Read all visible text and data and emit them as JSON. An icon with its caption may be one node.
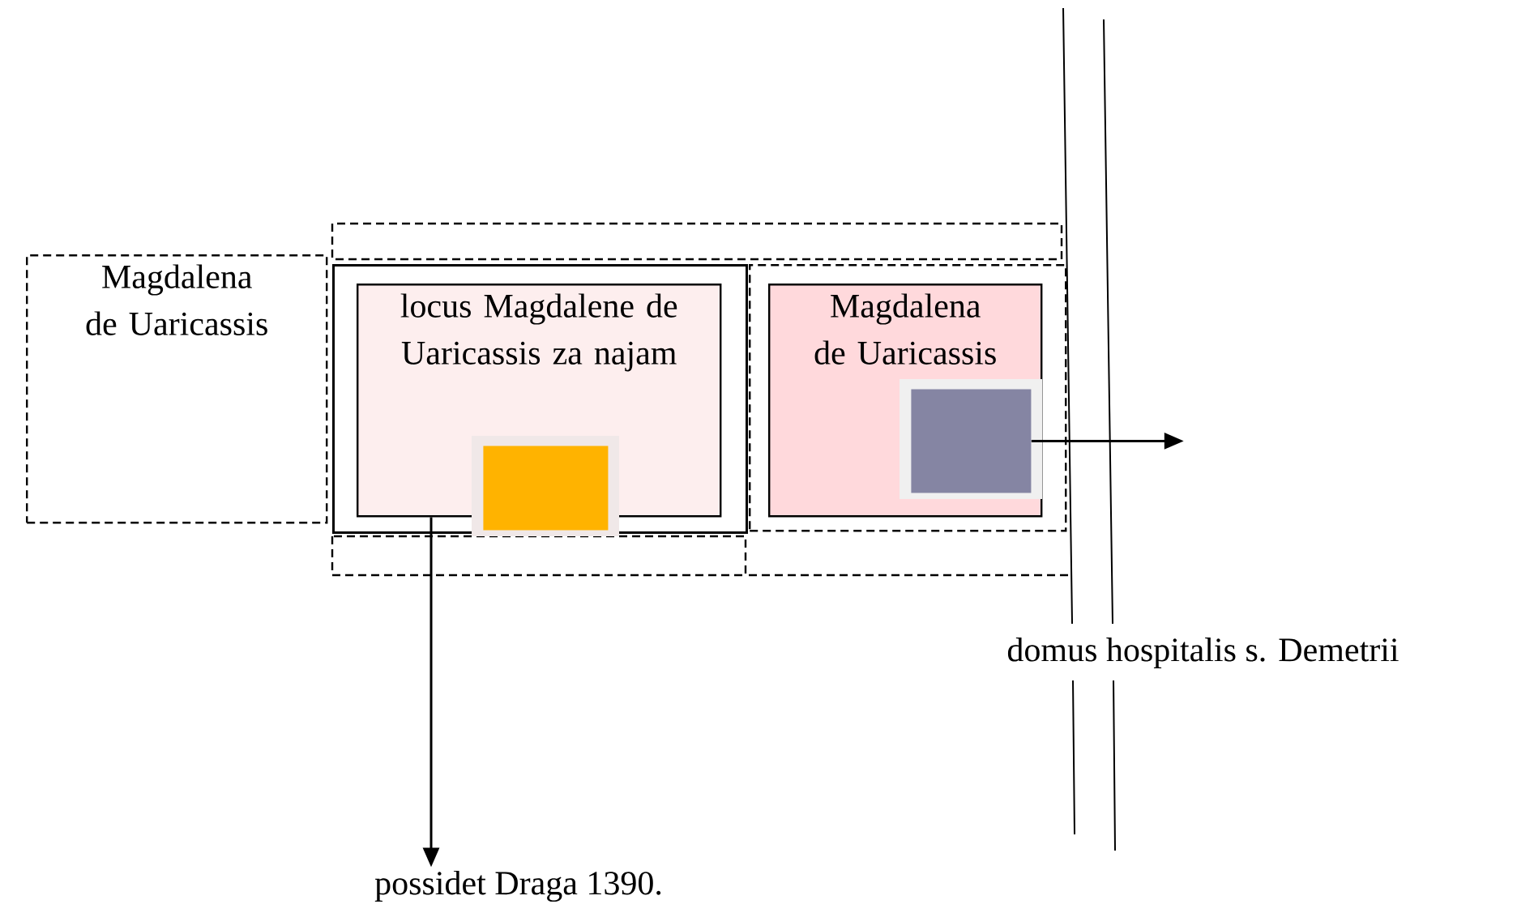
{
  "diagram": {
    "nodes": [
      {
        "text": [
          "Magdalena de Uaricassis"
        ]
      },
      {
        "text": [],
        "shape": "box"
      },
      {
        "text": [
          "locus Magdalene de Uaricassis za najam"
        ],
        "in": 1
      },
      {
        "text": [],
        "shape": "box",
        "in": 2
      },
      {
        "text": [],
        "shape": "box"
      },
      {
        "text": [
          "Magdalena de Uaricassis"
        ],
        "in": 4
      },
      {
        "text": [],
        "shape": "box",
        "in": 5
      },
      {
        "text": [
          "possidet Draga 1390."
        ]
      }
    ],
    "edges": [
      {
        "from": 2,
        "to": 7,
        "arrow": "to"
      },
      {
        "from": 6,
        "to": null,
        "arrow": "to"
      }
    ],
    "labels": [
      "domus hospitalis s. Demetrii"
    ]
  }
}
